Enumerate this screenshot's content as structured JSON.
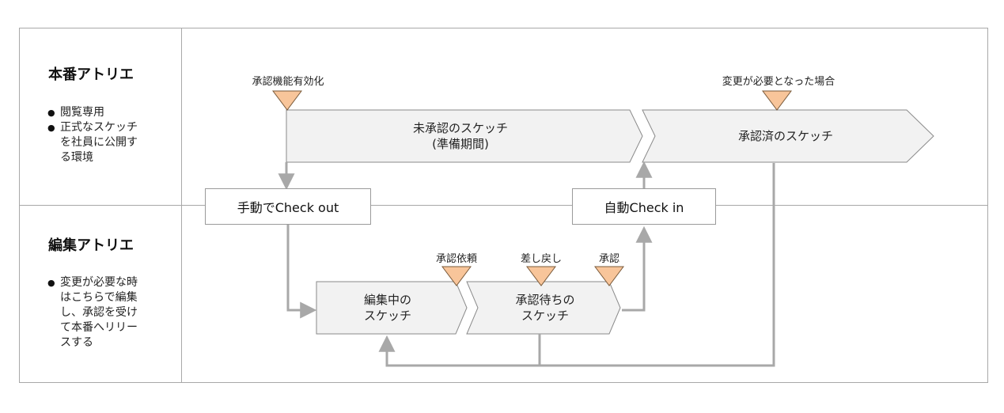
{
  "lanes": {
    "production": {
      "title": "本番アトリエ",
      "bullets": [
        "閲覧専用",
        "正式なスケッチ\nを社員に公開す\nる環境"
      ]
    },
    "editing": {
      "title": "編集アトリエ",
      "bullets": [
        "変更が必要な時\nはこちらで編集\nし、承認を受け\nて本番へリリー\nスする"
      ]
    }
  },
  "stages": {
    "unapproved": "未承認のスケッチ\n(準備期間)",
    "approved": "承認済のスケッチ",
    "editing": "編集中の\nスケッチ",
    "pending": "承認待ちの\nスケッチ"
  },
  "actions": {
    "checkout": "手動でCheck out",
    "checkin": "自動Check in"
  },
  "triggers": {
    "enable_approval": "承認機能有効化",
    "change_needed": "変更が必要となった場合",
    "request": "承認依頼",
    "reject": "差し戻し",
    "approve": "承認"
  },
  "colors": {
    "trigger_fill": "#f8c59a",
    "trigger_stroke": "#7a5a3a",
    "chevron_fill": "#f2f2f2",
    "line": "#a8a8a8"
  }
}
